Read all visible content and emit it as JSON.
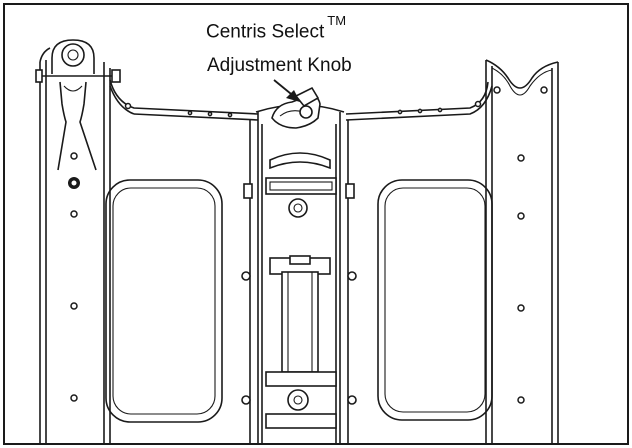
{
  "callout": {
    "line1": "Centris Select",
    "trademark": "TM",
    "line2": "Adjustment Knob"
  }
}
